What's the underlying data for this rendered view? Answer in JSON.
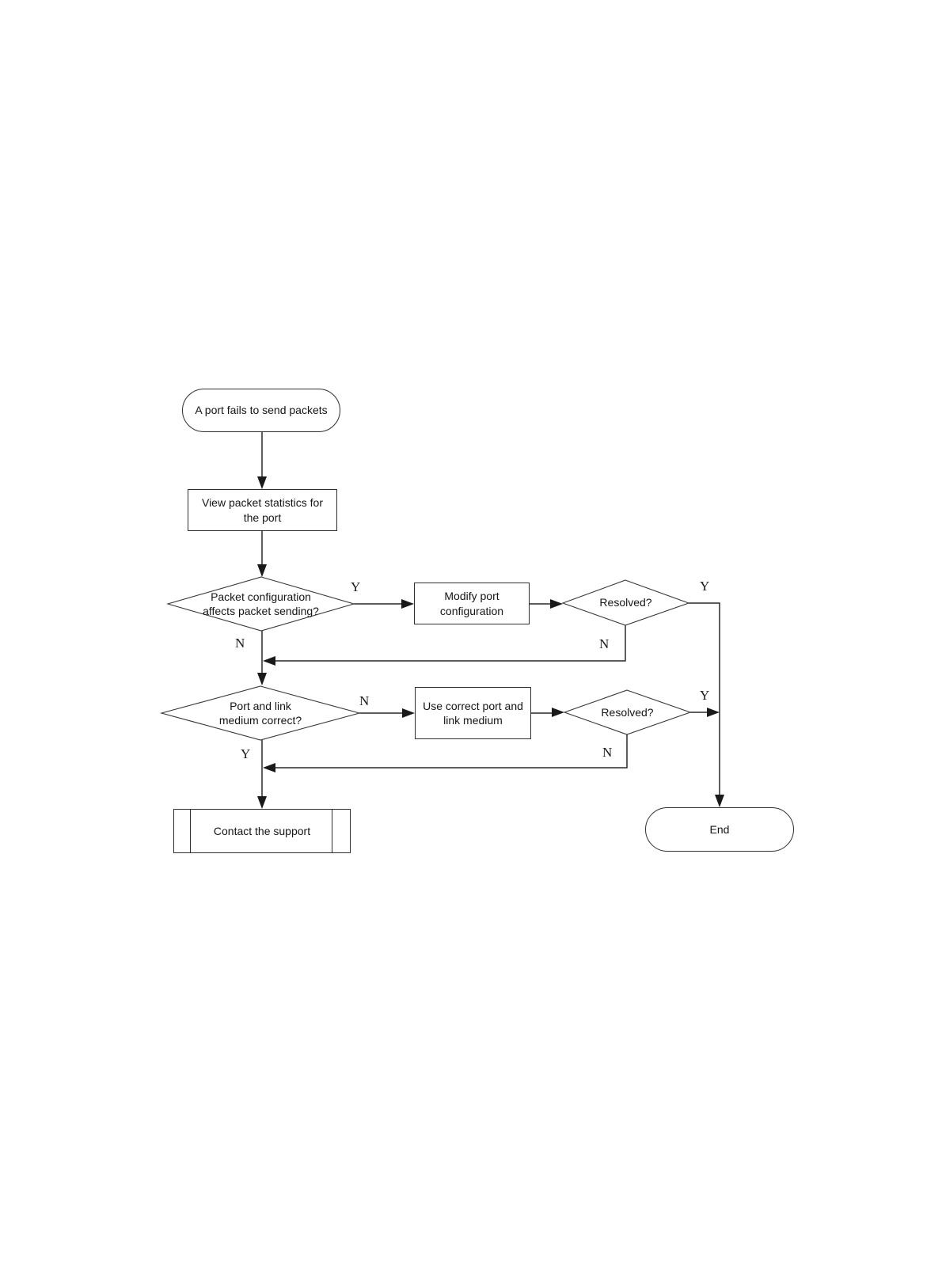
{
  "colors": {
    "background": "#ffffff",
    "line": "#2a2a2a",
    "node_fill": "#ffffff",
    "text": "#151515"
  },
  "nodes": {
    "start": {
      "type": "terminator",
      "label": "A port fails to send packets"
    },
    "view_stats": {
      "type": "process",
      "label": "View packet statistics for the port"
    },
    "packet_config_decision": {
      "type": "decision",
      "label": "Packet configuration affects packet sending?"
    },
    "modify_port": {
      "type": "process",
      "label": "Modify port configuration"
    },
    "resolved_1": {
      "type": "decision",
      "label": "Resolved?"
    },
    "port_link_decision": {
      "type": "decision",
      "label": "Port and link medium correct?"
    },
    "use_correct_medium": {
      "type": "process",
      "label": "Use correct port and link medium"
    },
    "resolved_2": {
      "type": "decision",
      "label": "Resolved?"
    },
    "contact_support": {
      "type": "predefined-process",
      "label": "Contact the support"
    },
    "end": {
      "type": "terminator",
      "label": "End"
    }
  },
  "edge_labels": {
    "packet_config_yes": "Y",
    "packet_config_no": "N",
    "resolved_1_yes": "Y",
    "resolved_1_no": "N",
    "port_link_no": "N",
    "port_link_yes": "Y",
    "resolved_2_yes": "Y",
    "resolved_2_no": "N"
  }
}
